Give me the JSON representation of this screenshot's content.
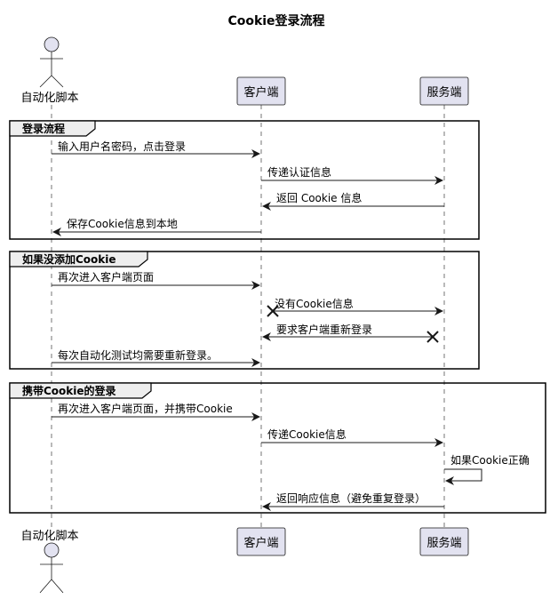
{
  "title": "Cookie登录流程",
  "colors": {
    "participant_fill": "#E2E2F0",
    "participant_stroke": "#181818",
    "lifeline": "#181818",
    "group_header_fill": "#EEEEEE",
    "arrow": "#181818",
    "text": "#000000"
  },
  "participants": [
    {
      "id": "script",
      "name": "自动化脚本",
      "kind": "actor"
    },
    {
      "id": "client",
      "name": "客户端",
      "kind": "participant"
    },
    {
      "id": "server",
      "name": "服务端",
      "kind": "participant"
    }
  ],
  "groups": [
    {
      "label": "登录流程",
      "messages": [
        {
          "from": "script",
          "to": "client",
          "text": "输入用户名密码，点击登录"
        },
        {
          "from": "client",
          "to": "server",
          "text": "传递认证信息"
        },
        {
          "from": "server",
          "to": "client",
          "text": "返回 Cookie 信息"
        },
        {
          "from": "client",
          "to": "script",
          "text": "保存Cookie信息到本地"
        }
      ]
    },
    {
      "label": "如果没添加Cookie",
      "messages": [
        {
          "from": "script",
          "to": "client",
          "text": "再次进入客户端页面"
        },
        {
          "from": "client",
          "to": "server",
          "text": "没有Cookie信息",
          "lost_start": true
        },
        {
          "from": "server",
          "to": "client",
          "text": "要求客户端重新登录",
          "lost_start": true
        },
        {
          "from": "script",
          "to": "client",
          "text": "每次自动化测试均需要重新登录。"
        }
      ]
    },
    {
      "label": "携带Cookie的登录",
      "messages": [
        {
          "from": "script",
          "to": "client",
          "text": "再次进入客户端页面，并携带Cookie"
        },
        {
          "from": "client",
          "to": "server",
          "text": "传递Cookie信息"
        },
        {
          "from": "server",
          "to": "server",
          "text": "如果Cookie正确",
          "self": true
        },
        {
          "from": "server",
          "to": "client",
          "text": "返回响应信息（避免重复登录）"
        }
      ]
    }
  ]
}
